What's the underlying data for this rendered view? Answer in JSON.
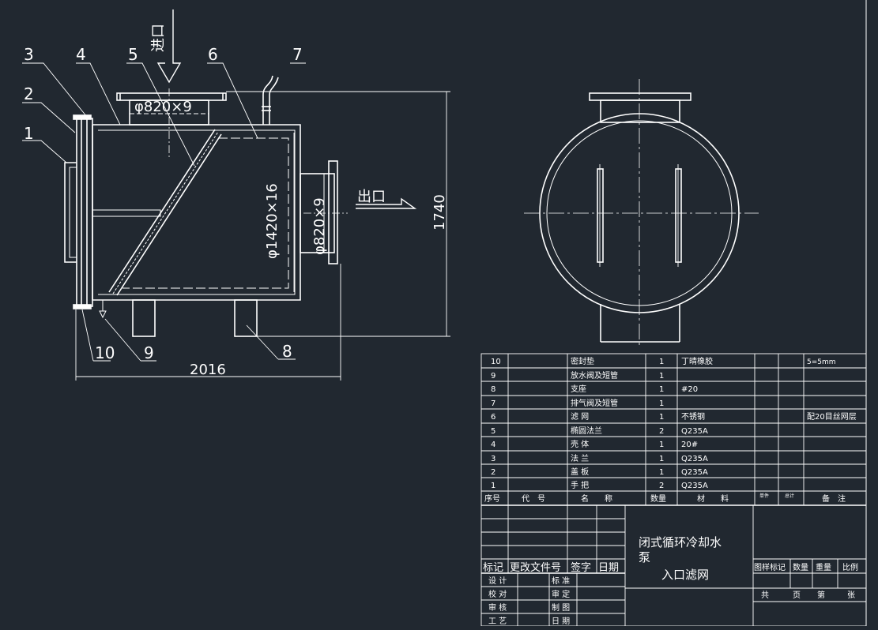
{
  "drawing": {
    "inlet_label": "进口",
    "outlet_label": "出口",
    "dim_inlet_pipe": "φ820×9",
    "dim_shell": "φ1420×16",
    "dim_outlet_pipe": "φ820×9",
    "dim_height": "1740",
    "dim_length": "2016",
    "callouts": [
      "1",
      "2",
      "3",
      "4",
      "5",
      "6",
      "7",
      "8",
      "9",
      "10"
    ]
  },
  "parts_table": {
    "rows": [
      {
        "no": "10",
        "name": "密封垫",
        "qty": "1",
        "material": "丁晴橡胶",
        "remark": "5=5mm"
      },
      {
        "no": "9",
        "name": "放水阀及短管",
        "qty": "1",
        "material": "",
        "remark": ""
      },
      {
        "no": "8",
        "name": "支座",
        "qty": "1",
        "material": "#20",
        "remark": ""
      },
      {
        "no": "7",
        "name": "排气阀及短管",
        "qty": "1",
        "material": "",
        "remark": ""
      },
      {
        "no": "6",
        "name": "滤    网",
        "qty": "1",
        "material": "不锈钢",
        "remark": "配20目丝网层"
      },
      {
        "no": "5",
        "name": "椭圆法兰",
        "qty": "2",
        "material": "Q235A",
        "remark": ""
      },
      {
        "no": "4",
        "name": "壳    体",
        "qty": "1",
        "material": "20#",
        "remark": ""
      },
      {
        "no": "3",
        "name": "法    兰",
        "qty": "1",
        "material": "Q235A",
        "remark": ""
      },
      {
        "no": "2",
        "name": "盖    板",
        "qty": "1",
        "material": "Q235A",
        "remark": ""
      },
      {
        "no": "1",
        "name": "手    把",
        "qty": "2",
        "material": "Q235A",
        "remark": ""
      }
    ],
    "header": {
      "no": "序号",
      "code": "代　号",
      "name": "名　　称",
      "qty": "数量",
      "material": "材　　料",
      "unit_w": "单件",
      "total_w": "总计",
      "remark": "备　注"
    }
  },
  "title_block": {
    "title_line1": "闭式循环冷却水",
    "title_line2": "泵",
    "title_line3": "入口滤网",
    "rev_labels": [
      "标记",
      "更改文件号",
      "签字",
      "日期"
    ],
    "left_labels": [
      "设 计",
      "校 对",
      "审 核",
      "工 艺"
    ],
    "mid_labels": [
      "标 准",
      "审 定",
      "制 图",
      "日 期"
    ],
    "stage_labels": [
      "图样标记",
      "数量",
      "重量",
      "比例"
    ],
    "sheet_labels": [
      "共",
      "页",
      "第",
      "张"
    ]
  },
  "colors": {
    "background": "#212830",
    "line": "#ffffff",
    "center_line": "#ffffff"
  }
}
